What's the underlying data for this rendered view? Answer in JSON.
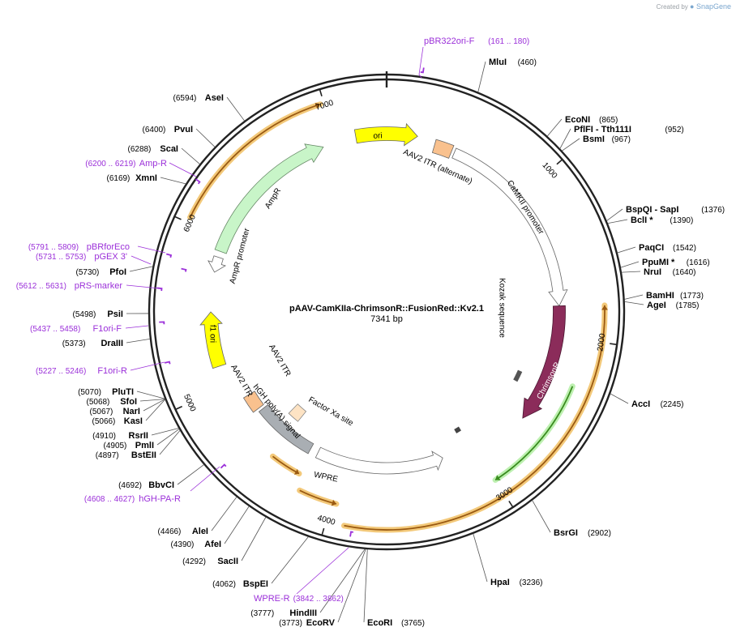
{
  "credit": {
    "prefix": "Created by",
    "brand": "SnapGene"
  },
  "plasmid": {
    "name": "pAAV-CamKIIa-ChrimsonR::FusionRed::Kv2.1",
    "size_label": "7341 bp",
    "length": 7341
  },
  "ticks": [
    "1000",
    "2000",
    "3000",
    "4000",
    "5000",
    "6000",
    "7000"
  ],
  "sites": [
    {
      "name": "MluI",
      "pos": "(460)"
    },
    {
      "name": "EcoNI",
      "pos": "(865)"
    },
    {
      "name": "PflFI  - Tth111I",
      "pos": "(952)"
    },
    {
      "name": "BsmI",
      "pos": "(967)"
    },
    {
      "name": "BspQI  - SapI",
      "pos": "(1376)"
    },
    {
      "name": "BclI *",
      "pos": "(1390)"
    },
    {
      "name": "PaqCI",
      "pos": "(1542)"
    },
    {
      "name": "PpuMI *",
      "pos": "(1616)"
    },
    {
      "name": "NruI",
      "pos": "(1640)"
    },
    {
      "name": "BamHI",
      "pos": "(1773)"
    },
    {
      "name": "AgeI",
      "pos": "(1785)"
    },
    {
      "name": "AccI",
      "pos": "(2245)"
    },
    {
      "name": "BsrGI",
      "pos": "(2902)"
    },
    {
      "name": "HpaI",
      "pos": "(3236)"
    },
    {
      "name": "EcoRI",
      "pos": "(3765)"
    },
    {
      "name": "EcoRV",
      "pos": "(3773)"
    },
    {
      "name": "HindIII",
      "pos": "(3777)"
    },
    {
      "name": "BspEI",
      "pos": "(4062)"
    },
    {
      "name": "SacII",
      "pos": "(4292)"
    },
    {
      "name": "AfeI",
      "pos": "(4390)"
    },
    {
      "name": "AleI",
      "pos": "(4466)"
    },
    {
      "name": "BbvCI",
      "pos": "(4692)"
    },
    {
      "name": "BstEII",
      "pos": "(4897)"
    },
    {
      "name": "PmlI",
      "pos": "(4905)"
    },
    {
      "name": "RsrII",
      "pos": "(4910)"
    },
    {
      "name": "KasI",
      "pos": "(5066)"
    },
    {
      "name": "NarI",
      "pos": "(5067)"
    },
    {
      "name": "SfoI",
      "pos": "(5068)"
    },
    {
      "name": "PluTI",
      "pos": "(5070)"
    },
    {
      "name": "DraIII",
      "pos": "(5373)"
    },
    {
      "name": "PsiI",
      "pos": "(5498)"
    },
    {
      "name": "PfoI",
      "pos": "(5730)"
    },
    {
      "name": "XmnI",
      "pos": "(6169)"
    },
    {
      "name": "ScaI",
      "pos": "(6288)"
    },
    {
      "name": "PvuI",
      "pos": "(6400)"
    },
    {
      "name": "AseI",
      "pos": "(6594)"
    }
  ],
  "primers": [
    {
      "name": "pBR322ori-F",
      "pos": "(161 .. 180)"
    },
    {
      "name": "Amp-R",
      "pos": "(6200 .. 6219)"
    },
    {
      "name": "pBRforEco",
      "pos": "(5791 .. 5809)"
    },
    {
      "name": "pGEX 3'",
      "pos": "(5731 .. 5753)"
    },
    {
      "name": "pRS-marker",
      "pos": "(5612 .. 5631)"
    },
    {
      "name": "F1ori-F",
      "pos": "(5437 .. 5458)"
    },
    {
      "name": "F1ori-R",
      "pos": "(5227 .. 5246)"
    },
    {
      "name": "hGH-PA-R",
      "pos": "(4608 .. 4627)"
    },
    {
      "name": "WPRE-R",
      "pos": "(3842 .. 3862)"
    }
  ],
  "features": [
    {
      "label": "ori"
    },
    {
      "label": "AAV2 ITR (alternate)"
    },
    {
      "label": "CaMKII promoter"
    },
    {
      "label": "Kozak sequence"
    },
    {
      "label": "ChrimsonR"
    },
    {
      "label": "Factor Xa site"
    },
    {
      "label": "WPRE"
    },
    {
      "label": "hGH poly(A) signal"
    },
    {
      "label": "AAV2 ITR"
    },
    {
      "label": "AAV2 ITR"
    },
    {
      "label": "f1 ori"
    },
    {
      "label": "AmpR promoter"
    },
    {
      "label": "AmpR"
    }
  ],
  "colors": {
    "ori": "#ffff00",
    "itr": "#f9c18e",
    "itr_light": "#fde3c4",
    "chrimson": "#8b2c5a",
    "ampr": "#c8f5c8",
    "hgh": "#a9aeb3",
    "primer": "#9b30d9",
    "orf_outline": "#f3c97a",
    "orf_core": "#9a5a12",
    "green_outline": "#bdf0b0",
    "green_core": "#3a8c1f"
  }
}
